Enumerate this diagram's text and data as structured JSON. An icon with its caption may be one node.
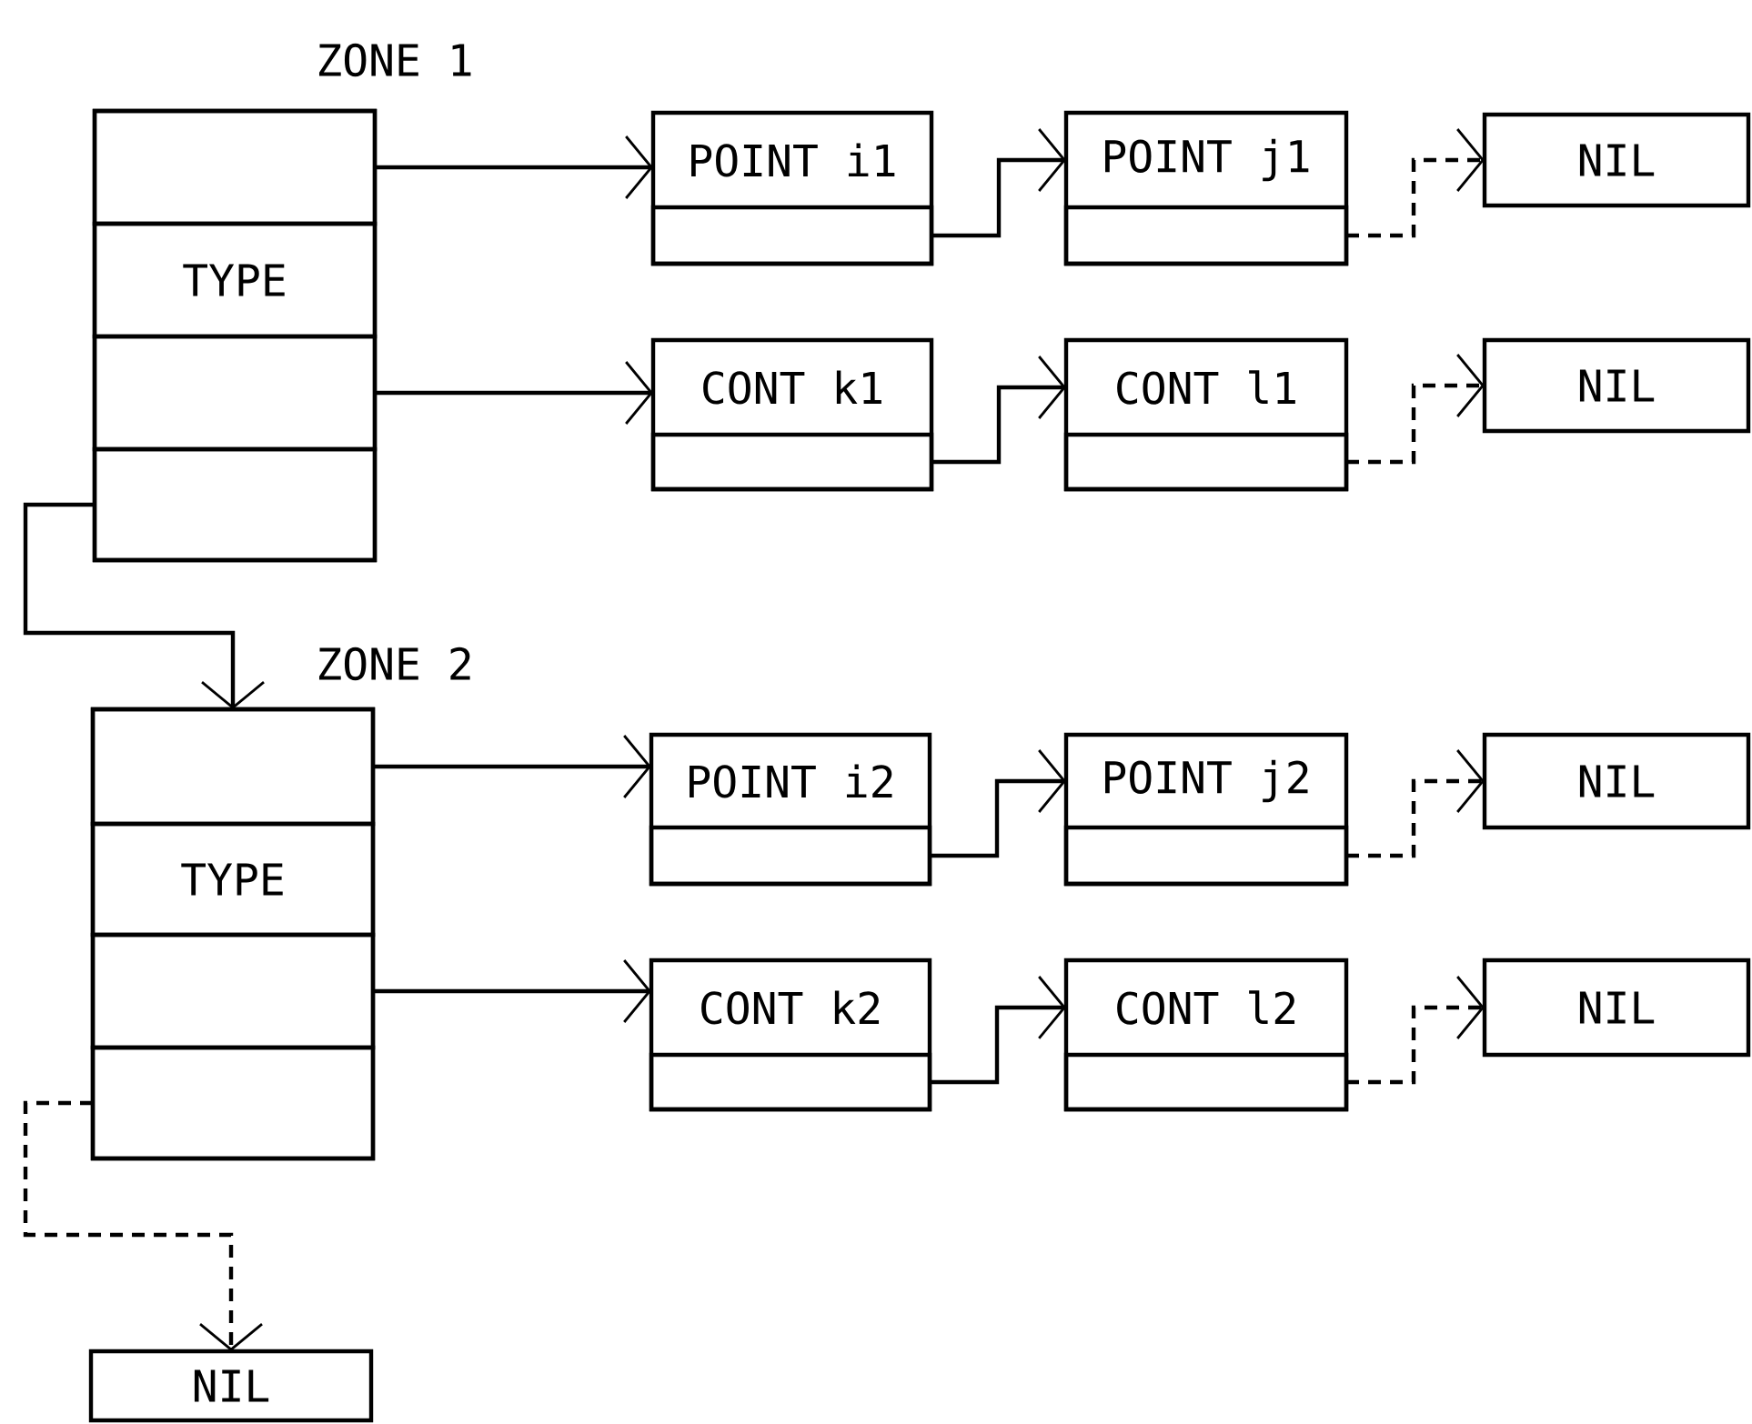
{
  "diagram": {
    "nodes": [
      {
        "text": [
          "ZONE 1"
        ]
      },
      {
        "text": [],
        "shape": "box",
        "in": 0
      },
      {
        "text": [
          "TYPE"
        ],
        "in": 0
      },
      {
        "text": [],
        "shape": "box",
        "in": 0
      },
      {
        "text": [],
        "shape": "box",
        "in": 0
      },
      {
        "text": [
          "POINT i1"
        ]
      },
      {
        "text": [],
        "shape": "box",
        "in": 5
      },
      {
        "text": [
          "POINT j1"
        ]
      },
      {
        "text": [],
        "shape": "box",
        "in": 7
      },
      {
        "text": [
          "NIL"
        ]
      },
      {
        "text": [
          "CONT k1"
        ]
      },
      {
        "text": [],
        "shape": "box",
        "in": 10
      },
      {
        "text": [
          "CONT l1"
        ]
      },
      {
        "text": [],
        "shape": "box",
        "in": 12
      },
      {
        "text": [
          "NIL"
        ]
      },
      {
        "text": [
          "ZONE 2"
        ]
      },
      {
        "text": [],
        "shape": "box",
        "in": 15
      },
      {
        "text": [
          "TYPE"
        ],
        "in": 15
      },
      {
        "text": [],
        "shape": "box",
        "in": 15
      },
      {
        "text": [],
        "shape": "box",
        "in": 15
      },
      {
        "text": [
          "POINT i2"
        ]
      },
      {
        "text": [],
        "shape": "box",
        "in": 20
      },
      {
        "text": [
          "POINT j2"
        ]
      },
      {
        "text": [],
        "shape": "box",
        "in": 22
      },
      {
        "text": [
          "NIL"
        ]
      },
      {
        "text": [
          "CONT k2"
        ]
      },
      {
        "text": [],
        "shape": "box",
        "in": 25
      },
      {
        "text": [
          "CONT l2"
        ]
      },
      {
        "text": [],
        "shape": "box",
        "in": 27
      },
      {
        "text": [
          "NIL"
        ]
      },
      {
        "text": [
          "NIL"
        ]
      }
    ],
    "edges": [
      {
        "from": 1,
        "to": 5,
        "arrow": "to"
      },
      {
        "from": 6,
        "to": 7,
        "arrow": "to"
      },
      {
        "from": 8,
        "to": 9,
        "arrow": "to",
        "style": "dashed"
      },
      {
        "from": 3,
        "to": 10,
        "arrow": "to"
      },
      {
        "from": 11,
        "to": 12,
        "arrow": "to"
      },
      {
        "from": 13,
        "to": 14,
        "arrow": "to",
        "style": "dashed"
      },
      {
        "from": 4,
        "to": 15,
        "arrow": "to"
      },
      {
        "from": 16,
        "to": 20,
        "arrow": "to"
      },
      {
        "from": 21,
        "to": 22,
        "arrow": "to"
      },
      {
        "from": 23,
        "to": 24,
        "arrow": "to",
        "style": "dashed"
      },
      {
        "from": 18,
        "to": 25,
        "arrow": "to"
      },
      {
        "from": 26,
        "to": 27,
        "arrow": "to"
      },
      {
        "from": 28,
        "to": 29,
        "arrow": "to",
        "style": "dashed"
      },
      {
        "from": 19,
        "to": 30,
        "arrow": "to",
        "style": "dashed"
      }
    ]
  }
}
